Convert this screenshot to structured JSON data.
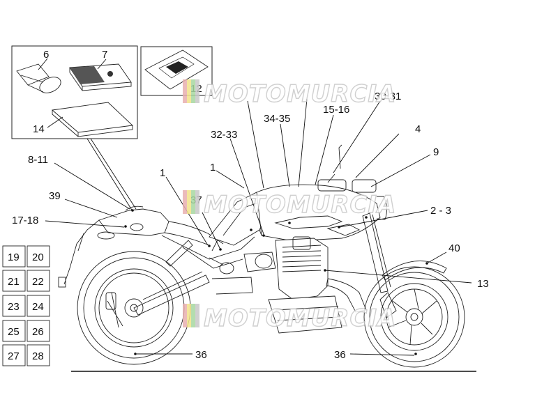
{
  "diagram": {
    "callouts": {
      "c6": "6",
      "c7": "7",
      "c14": "14",
      "c12": "12",
      "c8_11": "8-11",
      "c39": "39",
      "c17_18": "17-18",
      "c1a": "1",
      "c1b": "1",
      "c32_33": "32-33",
      "c34_35": "34-35",
      "c15_16": "15-16",
      "c30_31": "30-31",
      "c4": "4",
      "c9": "9",
      "c2_3": "2 - 3",
      "c37": "37",
      "c40": "40",
      "c13": "13",
      "c36a": "36",
      "c36b": "36"
    },
    "side_grid": [
      "19",
      "20",
      "21",
      "22",
      "23",
      "24",
      "25",
      "26",
      "27",
      "28"
    ],
    "watermark": "MOTOMURCIA"
  }
}
